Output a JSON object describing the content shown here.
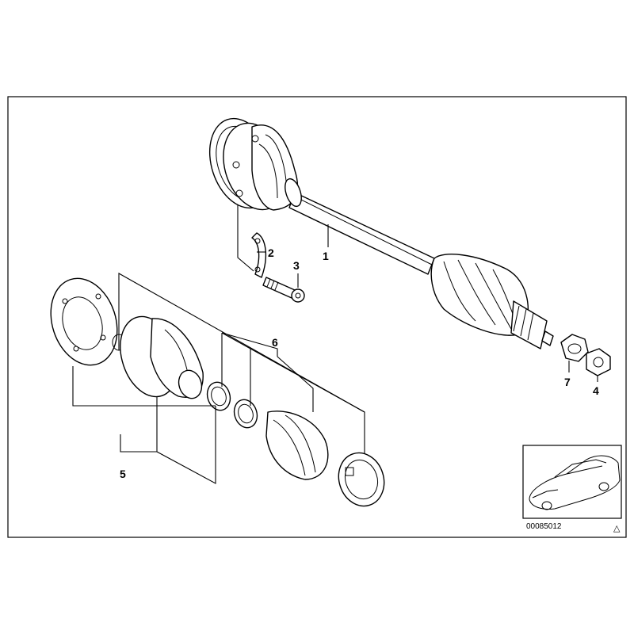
{
  "diagram": {
    "callouts": {
      "shaft": "1",
      "lock_plate": "2",
      "bolt": "3",
      "collar_nut": "4",
      "outer_boot_kit": "5",
      "inner_boot_kit": "6",
      "lock_washer": "7"
    },
    "reference_number": "00085012",
    "warning_symbol": "△"
  }
}
